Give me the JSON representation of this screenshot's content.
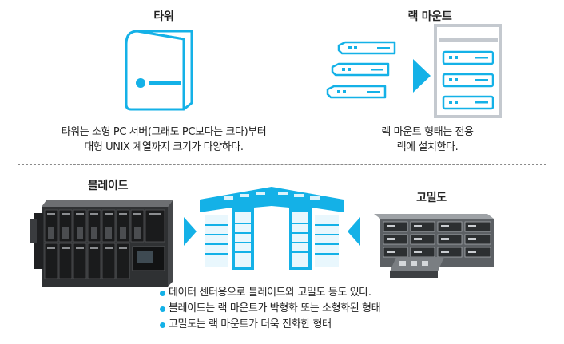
{
  "tower": {
    "title": "타워",
    "caption_line1": "타워는 소형 PC 서버(그래도 PC보다는 크다)부터",
    "caption_line2": "대형 UNIX 계열까지 크기가 다양하다."
  },
  "rack": {
    "title": "랙 마운트",
    "caption_line1": "랙 마운트 형태는 전용",
    "caption_line2": "랙에 설치한다."
  },
  "blade": {
    "title": "블레이드"
  },
  "density": {
    "title": "고밀도"
  },
  "bullets": [
    "데이터 센터용으로 블레이드와 고밀도 등도 있다.",
    "블레이드는 랙 마운트가 박형화 또는 소형화된 형태",
    "고밀도는 랙 마운트가 더욱 진화한 형태"
  ],
  "colors": {
    "accent": "#14b1e7",
    "rack_frame": "#c4c9cf",
    "text": "#222222"
  }
}
